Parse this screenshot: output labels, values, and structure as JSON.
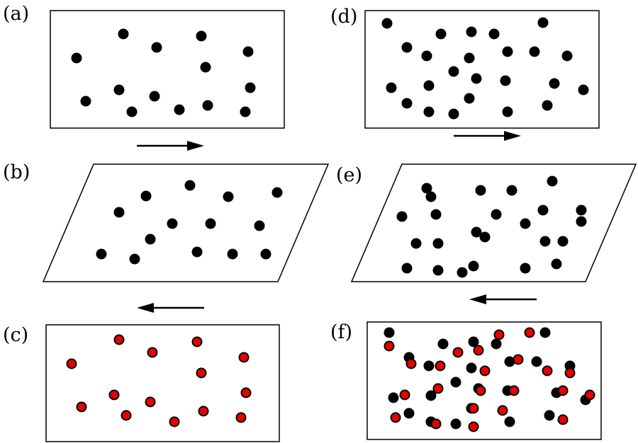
{
  "panels": [
    {
      "id": "a",
      "label": "(a)",
      "frame": "rect",
      "arrow": "right",
      "particle_color": "black"
    },
    {
      "id": "b",
      "label": "(b)",
      "frame": "parallelogram",
      "arrow": "left",
      "particle_color": "black"
    },
    {
      "id": "c",
      "label": "(c)",
      "frame": "rect",
      "arrow": "none",
      "particle_color": "red"
    },
    {
      "id": "d",
      "label": "(d)",
      "frame": "rect",
      "arrow": "right",
      "particle_color": "black"
    },
    {
      "id": "e",
      "label": "(e)",
      "frame": "parallelogram",
      "arrow": "left",
      "particle_color": "black"
    },
    {
      "id": "f",
      "label": "(f)",
      "frame": "rect",
      "arrow": "none",
      "particle_color": "black+red"
    }
  ],
  "colors": {
    "black": "#000000",
    "red": "#e60000"
  }
}
